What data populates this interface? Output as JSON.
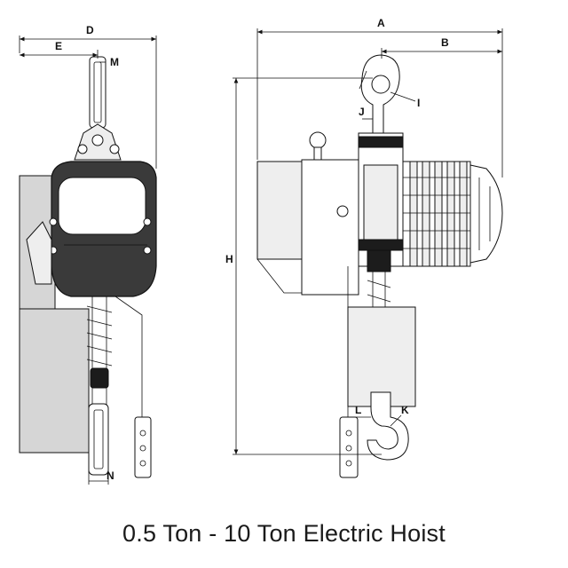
{
  "caption": "0.5 Ton - 10 Ton Electric Hoist",
  "dimension_labels": {
    "A": "A",
    "B": "B",
    "D": "D",
    "E": "E",
    "H": "H",
    "I": "I",
    "J": "J",
    "K": "K",
    "L": "L",
    "M": "M",
    "N": "N"
  }
}
